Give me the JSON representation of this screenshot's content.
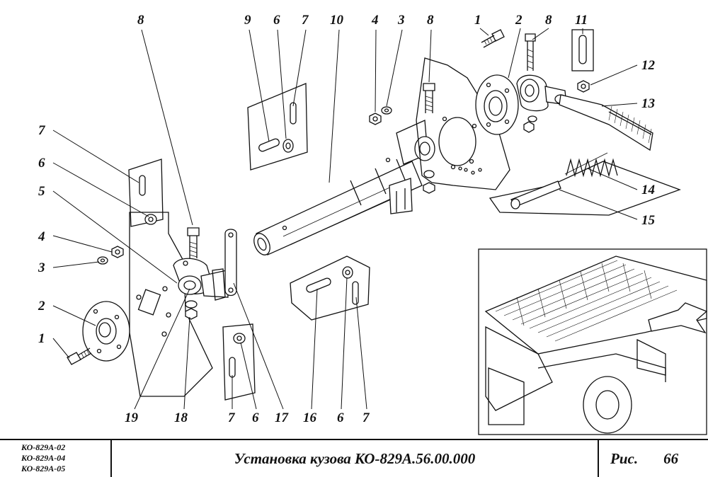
{
  "callouts": {
    "top": [
      "8",
      "9",
      "6",
      "7",
      "10",
      "4",
      "3",
      "8",
      "1",
      "2",
      "8",
      "11"
    ],
    "right": [
      "12",
      "13",
      "14",
      "15"
    ],
    "left": [
      "7",
      "6",
      "5",
      "4",
      "3",
      "2",
      "1"
    ],
    "bottom": [
      "19",
      "18",
      "7",
      "6",
      "17",
      "16",
      "6",
      "7"
    ]
  },
  "title_block": {
    "models": [
      "КО-829А-02",
      "КО-829А-04",
      "КО-829А-05"
    ],
    "title": "Установка кузова КО-829А.56.00.000",
    "fig_label": "Рис.",
    "fig_number": "66"
  },
  "colors": {
    "ink": "#111111",
    "paper": "#ffffff"
  }
}
